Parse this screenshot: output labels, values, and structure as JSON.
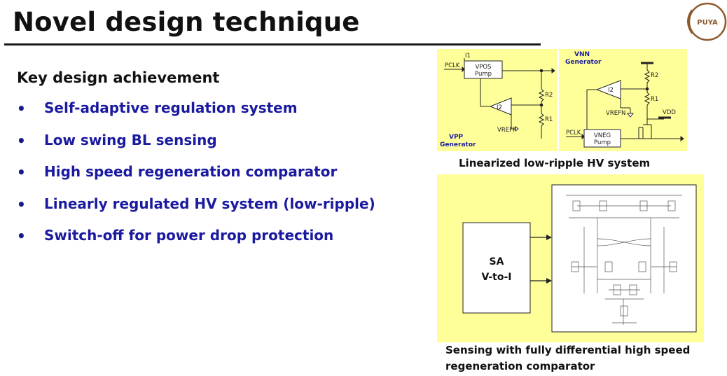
{
  "slide": {
    "title": "Novel design technique",
    "logo_text": "PUYA",
    "key_heading": "Key design achievement",
    "bullets": [
      "Self-adaptive regulation system",
      "Low swing BL sensing",
      "High speed regeneration comparator",
      "Linearly regulated HV system (low-ripple)",
      "Switch-off for power drop protection"
    ]
  },
  "vpp_diagram": {
    "pclk": "PCLK",
    "i1": "I1",
    "pump_line1": "VPOS",
    "pump_line2": "Pump",
    "r2": "R2",
    "r1": "R1",
    "i2": "I2",
    "vref": "VREFP",
    "gen_line1": "VPP",
    "gen_line2": "Generator"
  },
  "vnn_diagram": {
    "gen_line1": "VNN",
    "gen_line2": "Generator",
    "r2": "R2",
    "r1": "R1",
    "i2": "I2",
    "vref": "VREFN",
    "vdd": "VDD",
    "pclk": "PCLK",
    "pump_line1": "VNEG",
    "pump_line2": "Pump"
  },
  "captions": {
    "hv": "Linearized low-ripple HV system",
    "sense_line1": "Sensing with fully differential high speed",
    "sense_line2": "regeneration comparator"
  },
  "sa_block": {
    "line1": "SA",
    "line2": "V-to-I"
  },
  "colors": {
    "panel_bg": "#ffff99",
    "bullet_text": "#1a1aa0",
    "generator_label": "#1a1aa0",
    "logo": "#8b5a2b"
  }
}
